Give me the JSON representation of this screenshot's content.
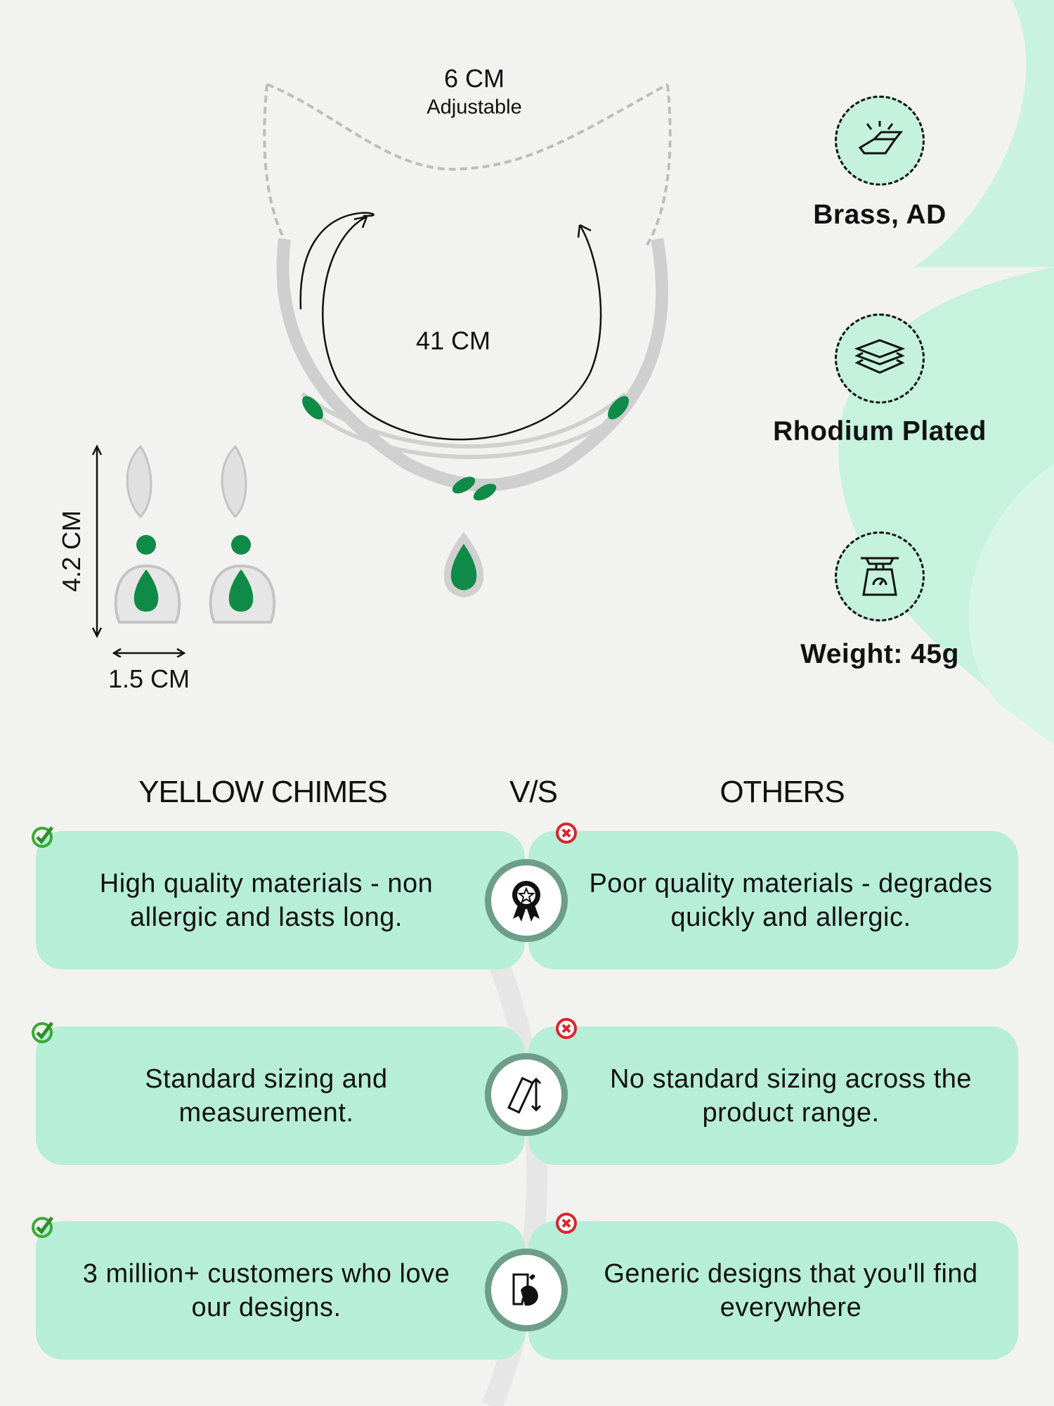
{
  "dimensions": {
    "chain_extension": "6 CM",
    "chain_note": "Adjustable",
    "necklace_length": "41 CM",
    "earring_height": "4.2 CM",
    "earring_width": "1.5 CM"
  },
  "features": [
    {
      "icon": "gold-bars-icon",
      "label": "Brass, AD"
    },
    {
      "icon": "layers-icon",
      "label": "Rhodium Plated"
    },
    {
      "icon": "weighing-scale-icon",
      "label": "Weight: 45g"
    }
  ],
  "comparison": {
    "left_header": "YELLOW CHIMES",
    "vs": "V/S",
    "right_header": "OTHERS",
    "rows": [
      {
        "ours": "High quality materials - non allergic and lasts long.",
        "others": "Poor quality materials - degrades quickly and allergic.",
        "icon": "award-badge-icon"
      },
      {
        "ours": "Standard sizing and measurement.",
        "others": "No standard sizing across the product range.",
        "icon": "ruler-icon"
      },
      {
        "ours": "3 million+ customers who love our designs.",
        "others": "Generic designs that you'll find everywhere",
        "icon": "customer-love-icon"
      }
    ]
  },
  "colors": {
    "card": "#b7eed8",
    "ring": "#6e9d89",
    "check": "#3aaa35",
    "cross": "#d9252a",
    "emerald": "#0f8a45"
  }
}
